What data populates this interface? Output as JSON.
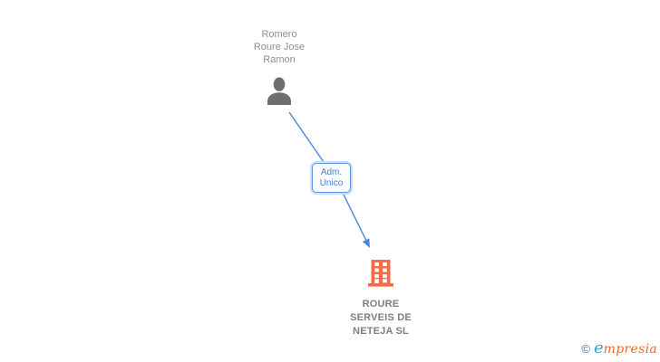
{
  "person": {
    "name": "Romero\nRoure Jose\nRamon"
  },
  "relationship": {
    "label": "Adm.\nUnico"
  },
  "company": {
    "name": "ROURE\nSERVEIS DE\nNETEJA SL"
  },
  "watermark": {
    "copyright_symbol": "©",
    "brand_initial": "e",
    "brand_rest": "mpresia"
  },
  "colors": {
    "connector_blue": "#4a86d8",
    "relationship_border_blue": "#5b96e0",
    "relationship_text_blue": "#4284d3",
    "person_icon_gray": "#6e6e6e",
    "person_name_gray": "#8f8f8f",
    "company_icon_orange": "#fa6a48",
    "company_name_gray": "#7f7f7f",
    "watermark_teal": "#2a7d8f",
    "watermark_blue": "#31a5d8",
    "watermark_orange": "#f26824"
  },
  "icons": {
    "person": "person-icon",
    "company": "building-icon",
    "arrowhead": "arrowhead-icon"
  }
}
